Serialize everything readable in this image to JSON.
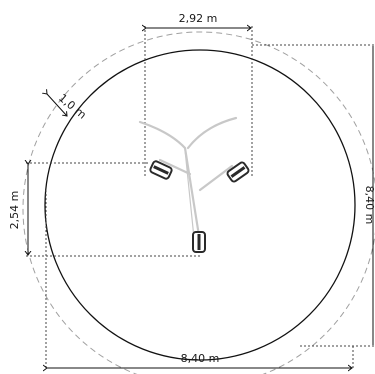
{
  "dimensions": {
    "top_width": "2,92 m",
    "safety_margin": "1,0 m",
    "left_height": "2,54 m",
    "right_height": "8,40 m",
    "bottom_width": "8,40 m"
  },
  "colors": {
    "line": "#111111",
    "dashed": "#9a9a9a",
    "dotted": "#555555",
    "equipment_frame": "#cfcfcf",
    "seat": "#2a2a2a"
  }
}
